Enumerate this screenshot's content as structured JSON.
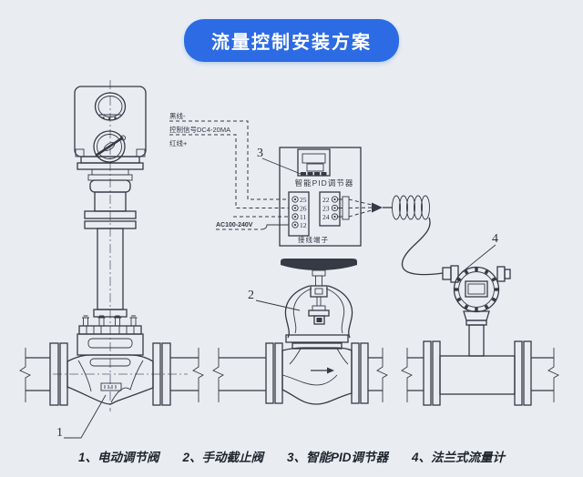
{
  "title": "流量控制安装方案",
  "labels": {
    "black_wire": "黑线-",
    "signal": "控制信号DC4-20MA",
    "red_wire": "红线+",
    "power": "AC100-240V",
    "controller_name": "智能PID调节器",
    "terminals_title": "接线端子"
  },
  "terminals": {
    "left": [
      "25",
      "26",
      "11",
      "12"
    ],
    "right": [
      "22",
      "23",
      "24"
    ]
  },
  "callouts": {
    "c1": "1",
    "c2": "2",
    "c3": "3",
    "c4": "4"
  },
  "legend": [
    {
      "text": "1、电动调节阀"
    },
    {
      "text": "2、手动截止阀"
    },
    {
      "text": "3、智能PID调节器"
    },
    {
      "text": "4、法兰式流量计"
    }
  ],
  "colors": {
    "background": "#e9edf2",
    "banner_blue": "#2c6be4",
    "line": "#353a44",
    "text": "#20262e"
  }
}
